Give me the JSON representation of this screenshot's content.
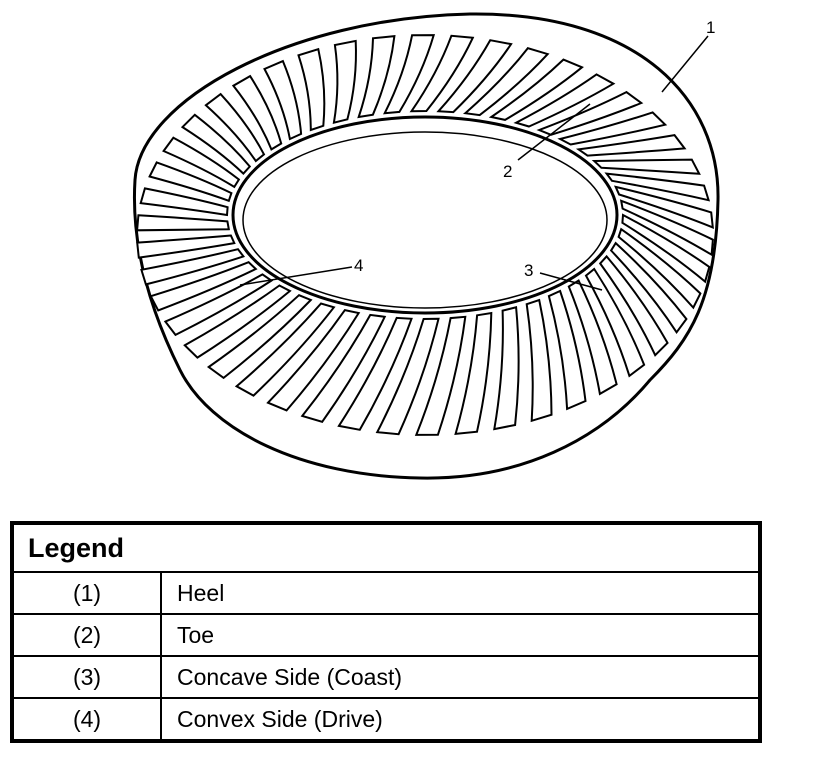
{
  "callouts": [
    "1",
    "2",
    "3",
    "4"
  ],
  "legend": {
    "title": "Legend",
    "rows": [
      {
        "num": "(1)",
        "label": "Heel"
      },
      {
        "num": "(2)",
        "label": "Toe"
      },
      {
        "num": "(3)",
        "label": "Concave Side (Coast)"
      },
      {
        "num": "(4)",
        "label": "Convex Side (Drive)"
      }
    ]
  },
  "colors": {
    "line": "#000000",
    "background": "#ffffff"
  }
}
